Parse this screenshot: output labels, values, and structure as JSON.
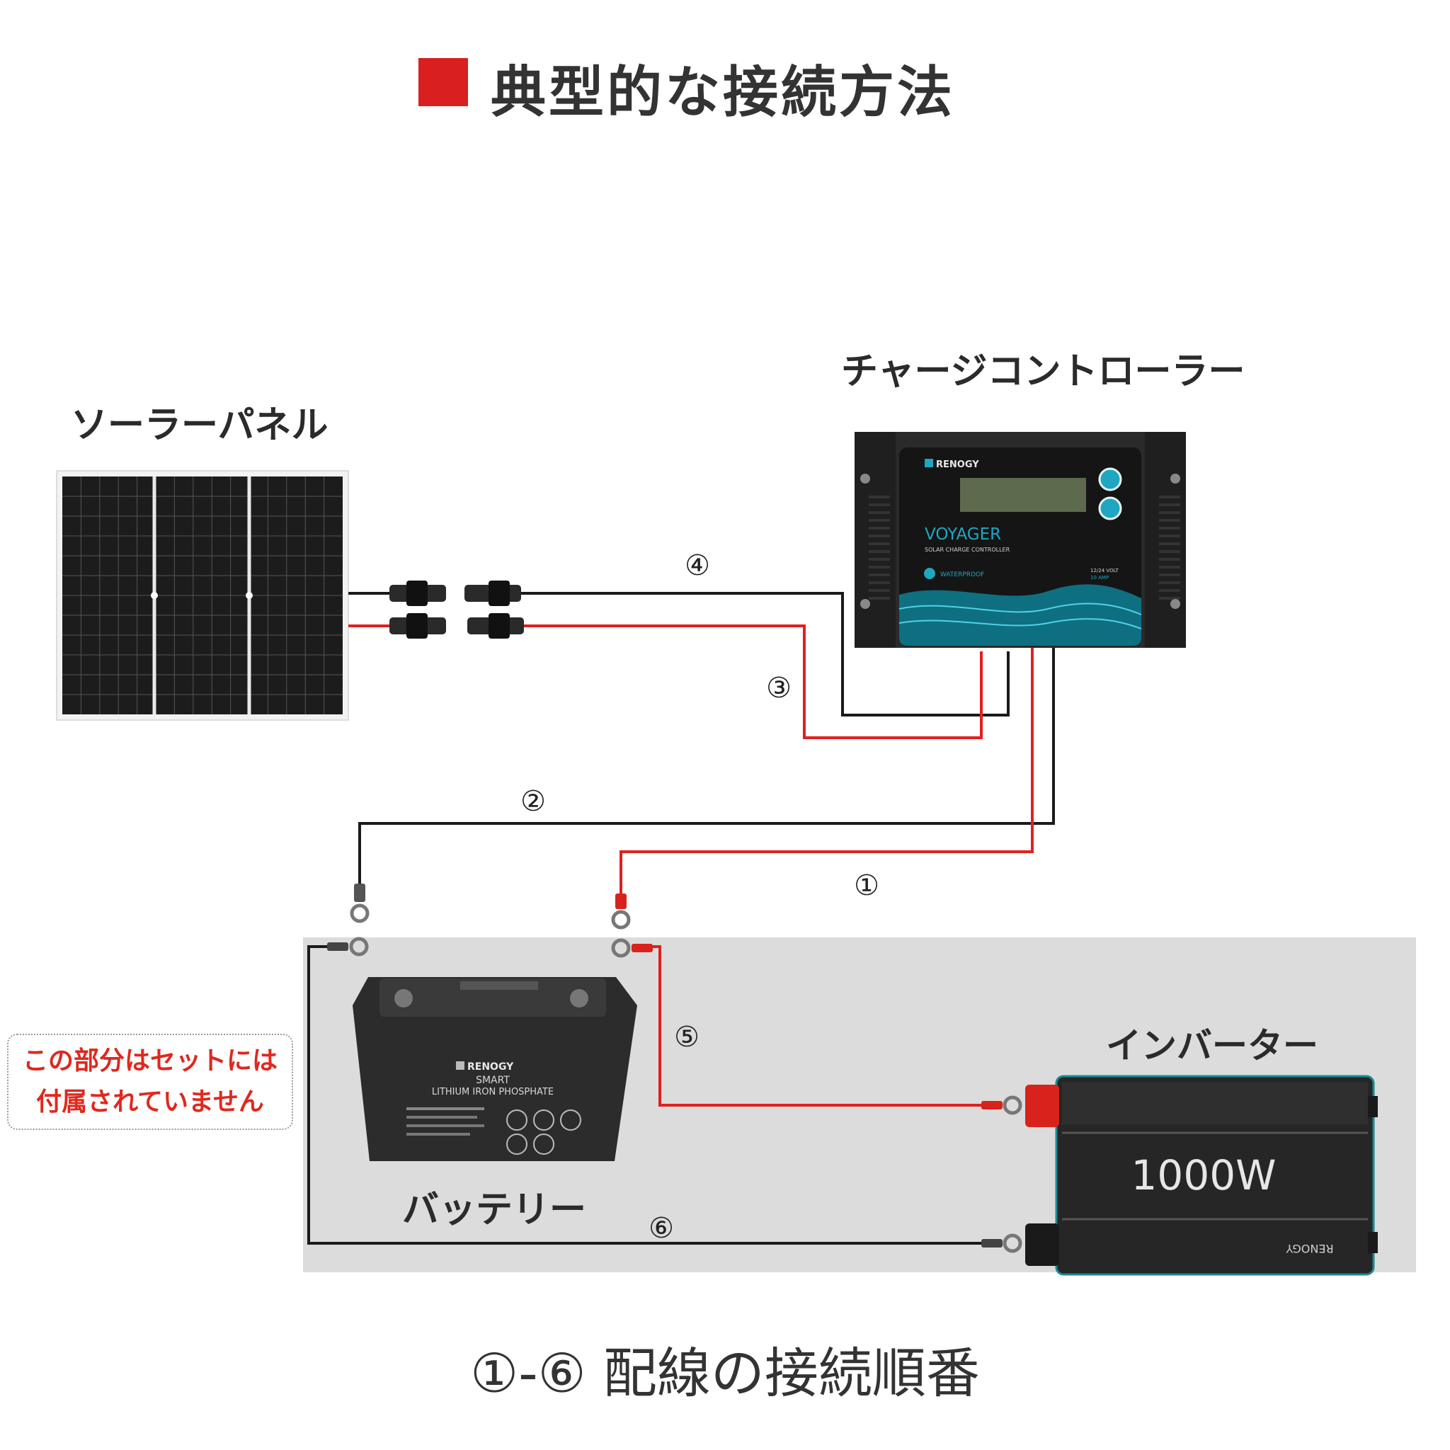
{
  "title": "典型的な接続方法",
  "labels": {
    "solar_panel": "ソーラーパネル",
    "charge_controller": "チャージコントローラー",
    "battery": "バッテリー",
    "inverter": "インバーター"
  },
  "note": {
    "line1": "この部分はセットには",
    "line2": "付属されていません"
  },
  "footer": "①-⑥ 配線の接続順番",
  "wire_numbers": [
    "①",
    "②",
    "③",
    "④",
    "⑤",
    "⑥"
  ],
  "controller": {
    "brand": "RENOGY",
    "model": "VOYAGER",
    "subtitle": "SOLAR CHARGE CONTROLLER",
    "waterproof": "WATERPROOF",
    "rating_line1": "12/24 VOLT",
    "rating_line2": "10 AMP"
  },
  "battery": {
    "brand": "RENOGY",
    "line1": "SMART",
    "line2": "LITHIUM IRON PHOSPHATE"
  },
  "inverter": {
    "power": "1000W",
    "brand": "RENOGY"
  },
  "colors": {
    "accent_red": "#d9201f",
    "wire_red": "#e02020",
    "wire_black": "#1a1a1a",
    "note_text": "#e0281e",
    "controller_teal": "#1fa6c0"
  }
}
